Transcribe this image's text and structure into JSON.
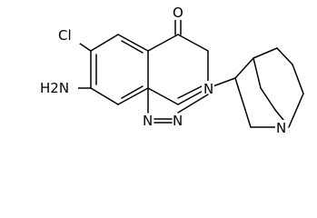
{
  "molecule": {
    "atoms": {
      "cl": "Cl",
      "amine": "H2N",
      "oxygen": "O",
      "n3": "N",
      "n2": "N",
      "n1": "N",
      "n_bridge": "N"
    }
  }
}
